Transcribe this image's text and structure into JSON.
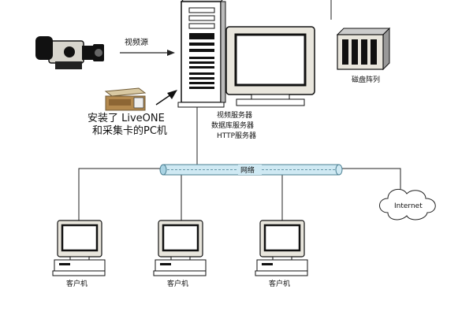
{
  "labels": {
    "video_source": "视频源",
    "pc_line1": "安装了 LiveONE",
    "pc_line2": "和采集卡的PC机",
    "server_roles": [
      "视频服务器",
      "数据库服务器",
      "HTTP服务器"
    ],
    "disk_array": "磁盘阵列",
    "network": "网络",
    "internet": "Internet",
    "clients": [
      "客户机",
      "客户机",
      "客户机"
    ]
  },
  "colors": {
    "line": "#222222",
    "pipe_fill": "#cfe9f3",
    "pipe_stroke": "#4a7f92",
    "beige": "#e9e6dd",
    "dark": "#111111"
  },
  "icons": [
    "video-camera-icon",
    "capture-card-icon",
    "server-tower-icon",
    "monitor-icon",
    "disk-array-icon",
    "cloud-icon",
    "client-computer-icon"
  ]
}
